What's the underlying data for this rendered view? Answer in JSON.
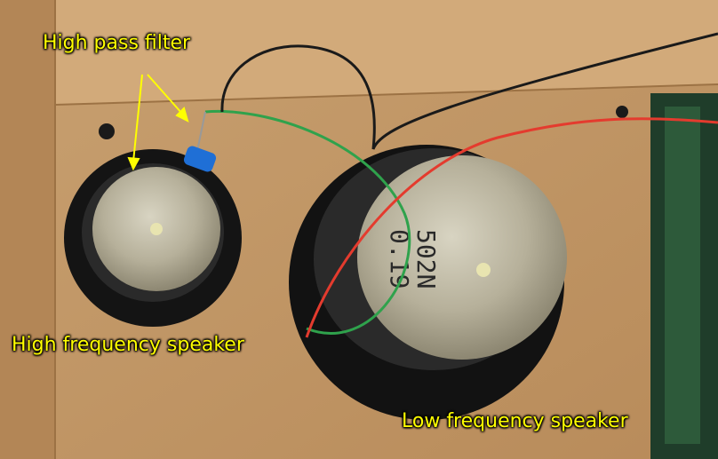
{
  "labels": {
    "high_pass_filter": "High pass filter",
    "high_frequency_speaker": "High frequency speaker",
    "low_frequency_speaker": "Low frequency speaker"
  },
  "speaker_markings": {
    "line1": "502N",
    "line2": "0.19"
  },
  "colors": {
    "label_text": "#ffff00",
    "wood": "#c49a68",
    "wire_red": "#e43b2e",
    "wire_green": "#2fa24c",
    "wire_black": "#1a1a1a",
    "capacitor": "#1f6fd6"
  }
}
